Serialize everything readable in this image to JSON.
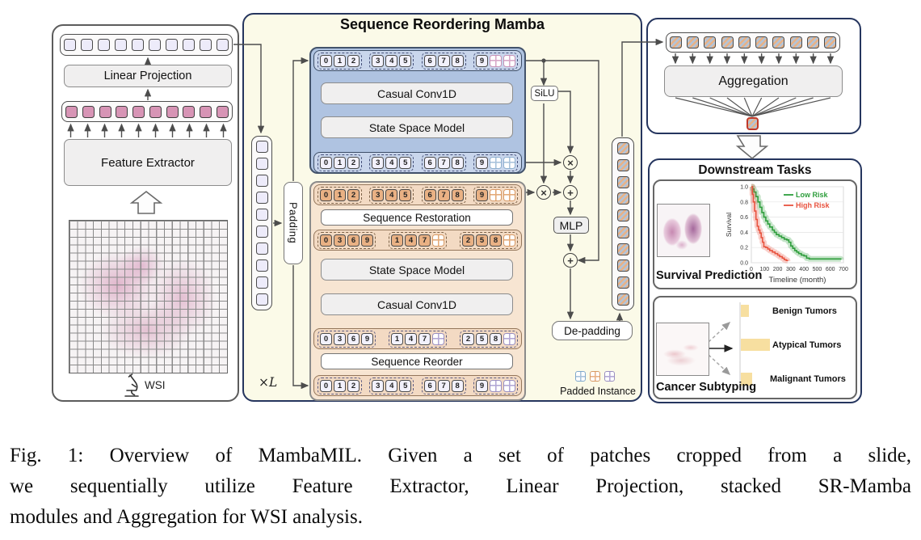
{
  "figure": {
    "patch_count": 10,
    "left_panel": {
      "linear_projection_label": "Linear Projection",
      "feature_extractor_label": "Feature Extractor",
      "wsi_label": "WSI"
    },
    "middle_panel": {
      "title": "Sequence Reordering Mamba",
      "padding_label": "Padding",
      "loop_label": "×L",
      "silu_label": "SiLU",
      "mlp_label": "MLP",
      "depadding_label": "De-padding",
      "legend_label": "Padded Instance",
      "blue_block": {
        "conv_label": "Casual Conv1D",
        "ssm_label": "State Space Model"
      },
      "orange_block": {
        "restoration_label": "Sequence Restoration",
        "ssm_label": "State Space Model",
        "conv_label": "Casual Conv1D",
        "reorder_label": "Sequence Reorder"
      },
      "operators": {
        "multiply": "×",
        "add": "+"
      },
      "sequences": {
        "ordered_groups": [
          [
            "0",
            "1",
            "2"
          ],
          [
            "3",
            "4",
            "5"
          ],
          [
            "6",
            "7",
            "8"
          ],
          [
            "9",
            "P",
            "P"
          ]
        ],
        "reordered_groups": [
          [
            "0",
            "3",
            "6",
            "9"
          ],
          [
            "1",
            "4",
            "7",
            "P"
          ],
          [
            "2",
            "5",
            "8",
            "P"
          ]
        ]
      }
    },
    "right_panel": {
      "aggregation_label": "Aggregation",
      "downstream_title": "Downstream Tasks",
      "survival_label": "Survival Prediction",
      "subtyping_label": "Cancer Subtyping"
    }
  },
  "chart_data": [
    {
      "type": "line",
      "title": "",
      "xlabel": "Timeline (month)",
      "ylabel": "Survival",
      "xlim": [
        0,
        700
      ],
      "ylim": [
        0.0,
        1.0
      ],
      "xticks": [
        0,
        100,
        200,
        300,
        400,
        500,
        600,
        700
      ],
      "yticks": [
        0.0,
        0.2,
        0.4,
        0.6,
        0.8,
        1.0
      ],
      "grid": true,
      "legend_position": "upper right",
      "series": [
        {
          "name": "Low Risk",
          "color": "#2e9e3c",
          "step": true,
          "confidence_band": true,
          "points": [
            [
              0,
              1.0
            ],
            [
              10,
              0.97
            ],
            [
              20,
              0.93
            ],
            [
              35,
              0.87
            ],
            [
              50,
              0.8
            ],
            [
              65,
              0.73
            ],
            [
              80,
              0.66
            ],
            [
              95,
              0.6
            ],
            [
              110,
              0.55
            ],
            [
              125,
              0.51
            ],
            [
              140,
              0.47
            ],
            [
              160,
              0.43
            ],
            [
              175,
              0.4
            ],
            [
              190,
              0.37
            ],
            [
              210,
              0.35
            ],
            [
              230,
              0.33
            ],
            [
              250,
              0.31
            ],
            [
              270,
              0.3
            ],
            [
              285,
              0.27
            ],
            [
              300,
              0.22
            ],
            [
              315,
              0.19
            ],
            [
              330,
              0.16
            ],
            [
              345,
              0.14
            ],
            [
              360,
              0.12
            ],
            [
              380,
              0.1
            ],
            [
              400,
              0.09
            ],
            [
              420,
              0.06
            ],
            [
              440,
              0.05
            ],
            [
              470,
              0.05
            ],
            [
              680,
              0.04
            ]
          ]
        },
        {
          "name": "High Risk",
          "color": "#e8533f",
          "step": true,
          "confidence_band": true,
          "points": [
            [
              0,
              1.0
            ],
            [
              8,
              0.9
            ],
            [
              15,
              0.8
            ],
            [
              25,
              0.68
            ],
            [
              35,
              0.57
            ],
            [
              45,
              0.48
            ],
            [
              55,
              0.43
            ],
            [
              65,
              0.39
            ],
            [
              75,
              0.33
            ],
            [
              85,
              0.27
            ],
            [
              95,
              0.21
            ],
            [
              110,
              0.2
            ],
            [
              125,
              0.18
            ],
            [
              140,
              0.16
            ],
            [
              160,
              0.14
            ],
            [
              180,
              0.12
            ],
            [
              200,
              0.1
            ],
            [
              215,
              0.08
            ],
            [
              235,
              0.06
            ],
            [
              250,
              0.04
            ],
            [
              265,
              0.03
            ],
            [
              275,
              0.02
            ]
          ]
        }
      ]
    },
    {
      "type": "bar",
      "orientation": "horizontal",
      "categories": [
        "Benign Tumors",
        "Atypical Tumors",
        "Malignant Tumors"
      ],
      "values": [
        0.12,
        0.45,
        0.18
      ],
      "bar_color": "#f7dfa0"
    }
  ],
  "caption": {
    "lines": [
      "Fig. 1: Overview of MambaMIL. Given a set of patches cropped from a slide,",
      "we sequentially utilize Feature Extractor, Linear Projection, stacked SR-Mamba",
      "modules and Aggregation for WSI analysis."
    ],
    "full_text": "Fig. 1: Overview of MambaMIL. Given a set of patches cropped from a slide, we sequentially utilize Feature Extractor, Linear Projection, stacked SR-Mamba modules and Aggregation for WSI analysis."
  }
}
